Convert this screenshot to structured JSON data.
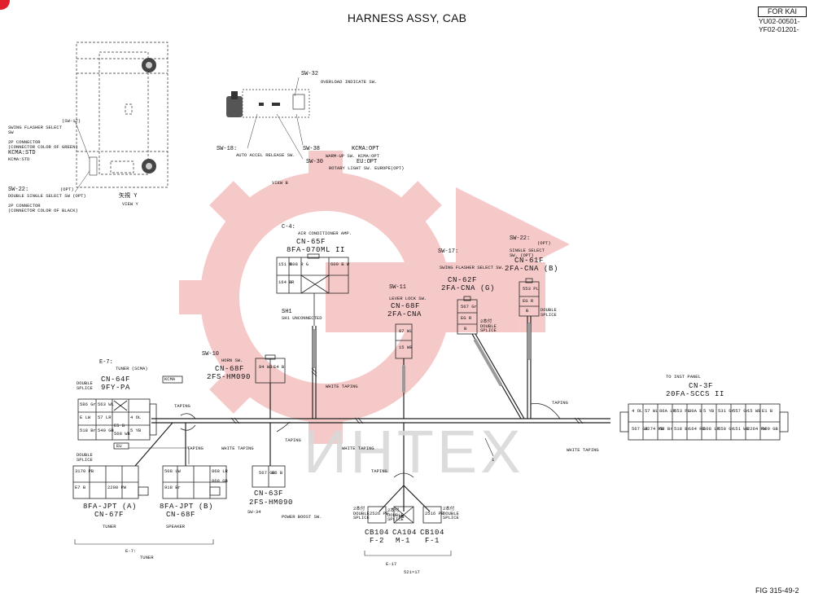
{
  "title": "HARNESS ASSY, CAB",
  "header_box": "FOR KAI",
  "serial_lines": [
    "YU02-00501-",
    "YF02-01201-"
  ],
  "figure_number": "FIG 315-49-2",
  "watermark": "ИНТЕХ",
  "view_y": {
    "caption_jp": "矢視 Y",
    "caption_en": "VIEW Y",
    "sw17_ref": "(SW-17)",
    "sw17_desc": "SWING FLASHER SELECT SW",
    "conn_note1": "2P CONNECTOR",
    "conn_note2": "(CONNECTOR COLOR OF GREEN)",
    "kcma": "KCMA:STD",
    "kcma_sub": "KCMA:STD",
    "sw22_ref": "SW-22:",
    "sw22_opt": "(OPT)",
    "sw22_desc": "DOUBLE SINGLE SELECT SW (OPT)",
    "conn_note3": "2P CONNECTOR",
    "conn_note4": "(CONNECTOR COLOR OF BLACK)"
  },
  "view_b": {
    "caption": "VIEW B",
    "sw32": "SW-32",
    "sw32_desc": "OVERLOAD INDICATE SW.",
    "sw18": "SW-18:",
    "sw18_desc": "AUTO ACCEL RELEASE SW.",
    "sw38": "SW-38",
    "sw38_desc": "WARM-UP SW. KCMA:OPT",
    "kcma_opt": "KCMA:OPT",
    "sw30": "SW-30",
    "sw30_desc": "ROTARY LIGHT SW. EUROPE(OPT)",
    "eu_opt": "EU:OPT"
  },
  "connectors": {
    "c4": {
      "ref": "C-4:",
      "desc": "AIR CONDITIONER AMP.",
      "id": "CN-65F",
      "type": "8FA-070ML II",
      "cells": [
        "151 R",
        "508 R G",
        "609 B W",
        "164 B",
        "R"
      ]
    },
    "sh1": {
      "ref": "SH1",
      "desc": "SH1 UNCONNECTED"
    },
    "sw17": {
      "ref": "SW-17:",
      "desc": "SWING FLASHER SELECT SW.",
      "id": "CN-62F",
      "type": "2FA-CNA (G)",
      "cells": [
        "567 Gr",
        "EG R",
        "B"
      ],
      "splice": "2本付 DOUBLE SPLICE"
    },
    "sw22": {
      "ref": "SW-22:",
      "opt": "(OPT)",
      "desc": "SINGLE SELECT SW. (OPT)",
      "id": "CN-61F",
      "type": "2FA-CNA (B)",
      "cells": [
        "553 PL",
        "EG R",
        "B"
      ],
      "splice": "DOUBLE SPLICE"
    },
    "sw11": {
      "ref": "SW-11",
      "desc": "LEVER LOCK SW.",
      "id": "CN-68F",
      "type": "2FA-CNA",
      "cells": [
        "87 WL",
        "15 WB"
      ]
    },
    "sw10": {
      "ref": "SW-10",
      "desc": "HORN SW.",
      "id": "CN-68F",
      "type": "2FS-HM090",
      "cells": [
        "84 WB",
        "E4 B"
      ]
    },
    "e7": {
      "ref": "E-7:",
      "desc": "TUNER (SCMA)",
      "id": "CN-64F",
      "type": "9FY-PA",
      "kcma": "KCMA",
      "splice1": "DOUBLE SPLICE",
      "splice2": "DOUBLE SPLICE",
      "cells": [
        "586 Gr",
        "563 WL",
        "E LW",
        "4 OL",
        "57 LR",
        "518 Br",
        "E5 B",
        "5 YB",
        "540 GB",
        "568 WB"
      ]
    },
    "eu": {
      "label": "EU"
    },
    "jpt_a": {
      "id": "8FA-JPT (A)",
      "conn": "CN-67F",
      "desc": "TUNER",
      "cells": [
        "3170 PB",
        "E7 B",
        "2208 PW"
      ]
    },
    "jpt_b": {
      "id": "8FA-JPT (B)",
      "conn": "CN-68F",
      "desc": "SPEAKER",
      "cells": [
        "508 LW",
        "918 Br",
        "868 LR",
        "868 GB"
      ]
    },
    "e7_bottom": {
      "ref": "E-7:",
      "desc": "TUNER"
    },
    "sw34": {
      "ref": "SW-34",
      "desc": "POWER BOOST SW.",
      "id": "CN-63F",
      "type": "2FS-HM090",
      "cells": [
        "567 GR",
        "E6 B"
      ]
    },
    "cn3f": {
      "pre": "TO INST PANEL",
      "id": "CN-3F",
      "type": "20FA-SCCS II",
      "cells": [
        "4 OL",
        "57 WL",
        "86A LR",
        "553 PL",
        "86A B",
        "5 YB",
        "567 GR",
        "2274 PB",
        "68 Br",
        "518 Br",
        "531 Gr",
        "557 Gr",
        "15 WB",
        "E1 B",
        "2264 PW",
        "164 RB",
        "508 LR",
        "558 Gr",
        "151 WB",
        "609 GB"
      ]
    },
    "cb104_f2": {
      "id": "CB104",
      "pin": "F-2",
      "cells": [
        "2526 PB"
      ],
      "splice": "2本付 DOUBLE SPLICE"
    },
    "ca104_m1": {
      "id": "CA104",
      "pin": "M-1",
      "cells": [
        "PB"
      ],
      "splice": "2本付 DOUBLE SPLICE"
    },
    "cb104_f1": {
      "id": "CB104",
      "pin": "F-1",
      "cells": [
        "2516 PB"
      ],
      "splice": "2本付 DOUBLE SPLICE"
    },
    "e17": {
      "ref": "E-17",
      "sub": "521×17"
    }
  },
  "labels": {
    "taping": "TAPING",
    "white_taping": "WHITE TAPING",
    "callout_1": "1"
  },
  "colors": {
    "line": "#222222",
    "watermark": "#f4b8b8"
  }
}
